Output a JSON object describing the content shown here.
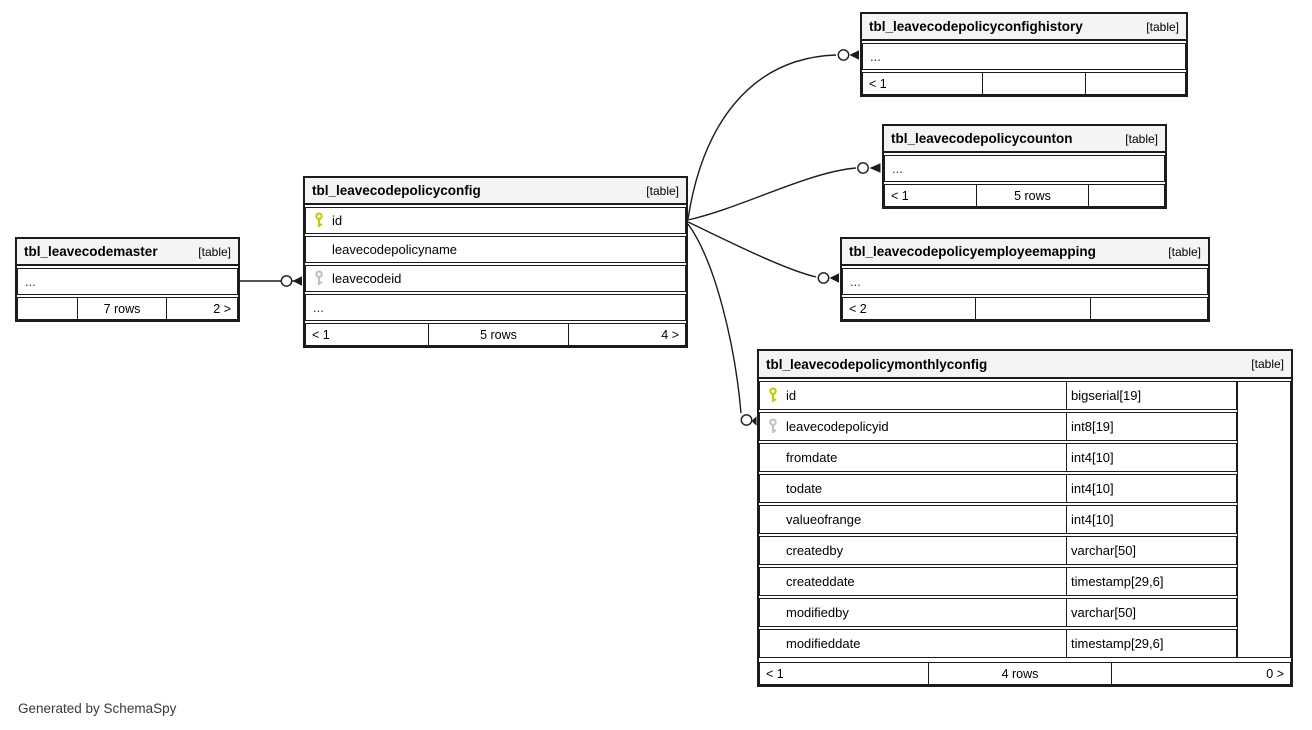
{
  "diagram": {
    "generator_note": "Generated by SchemaSpy",
    "colors": {
      "background": "#ffffff",
      "header_bg": "#f4f4f4",
      "border": "#1c1c1c",
      "pk_key": "#c8c800",
      "fk_key": "#c0c0c0"
    },
    "tables": [
      {
        "name": "tbl_leavecodemaster",
        "tag": "[table]",
        "rows": [
          {
            "name": "..."
          }
        ],
        "footer": {
          "left": "",
          "center": "7 rows",
          "right": "2 >"
        }
      },
      {
        "name": "tbl_leavecodepolicyconfig",
        "tag": "[table]",
        "rows": [
          {
            "icon": "primary-key",
            "name": "id"
          },
          {
            "name": "leavecodepolicyname"
          },
          {
            "icon": "foreign-key",
            "name": "leavecodeid"
          },
          {
            "name": "..."
          }
        ],
        "footer": {
          "left": "< 1",
          "center": "5 rows",
          "right": "4 >"
        }
      },
      {
        "name": "tbl_leavecodepolicyconfighistory",
        "tag": "[table]",
        "rows": [
          {
            "name": "..."
          }
        ],
        "footer": {
          "left": "< 1",
          "center": "",
          "right": ""
        }
      },
      {
        "name": "tbl_leavecodepolicycounton",
        "tag": "[table]",
        "rows": [
          {
            "name": "..."
          }
        ],
        "footer": {
          "left": "< 1",
          "center": "5 rows",
          "right": ""
        }
      },
      {
        "name": "tbl_leavecodepolicyemployeemapping",
        "tag": "[table]",
        "rows": [
          {
            "name": "..."
          }
        ],
        "footer": {
          "left": "< 2",
          "center": "",
          "right": ""
        }
      },
      {
        "name": "tbl_leavecodepolicymonthlyconfig",
        "tag": "[table]",
        "rows": [
          {
            "icon": "primary-key",
            "name": "id",
            "type": "bigserial[19]"
          },
          {
            "icon": "foreign-key",
            "name": "leavecodepolicyid",
            "type": "int8[19]"
          },
          {
            "name": "fromdate",
            "type": "int4[10]"
          },
          {
            "name": "todate",
            "type": "int4[10]"
          },
          {
            "name": "valueofrange",
            "type": "int4[10]"
          },
          {
            "name": "createdby",
            "type": "varchar[50]"
          },
          {
            "name": "createddate",
            "type": "timestamp[29,6]"
          },
          {
            "name": "modifiedby",
            "type": "varchar[50]"
          },
          {
            "name": "modifieddate",
            "type": "timestamp[29,6]"
          }
        ],
        "footer": {
          "left": "< 1",
          "center": "4 rows",
          "right": "0 >"
        }
      }
    ],
    "relationships": [
      {
        "from": "tbl_leavecodemaster",
        "to": "tbl_leavecodepolicyconfig.leavecodeid"
      },
      {
        "from": "tbl_leavecodepolicyconfig.id",
        "to": "tbl_leavecodepolicyconfighistory"
      },
      {
        "from": "tbl_leavecodepolicyconfig.id",
        "to": "tbl_leavecodepolicycounton"
      },
      {
        "from": "tbl_leavecodepolicyconfig.id",
        "to": "tbl_leavecodepolicyemployeemapping"
      },
      {
        "from": "tbl_leavecodepolicyconfig.id",
        "to": "tbl_leavecodepolicymonthlyconfig.leavecodepolicyid"
      }
    ]
  }
}
